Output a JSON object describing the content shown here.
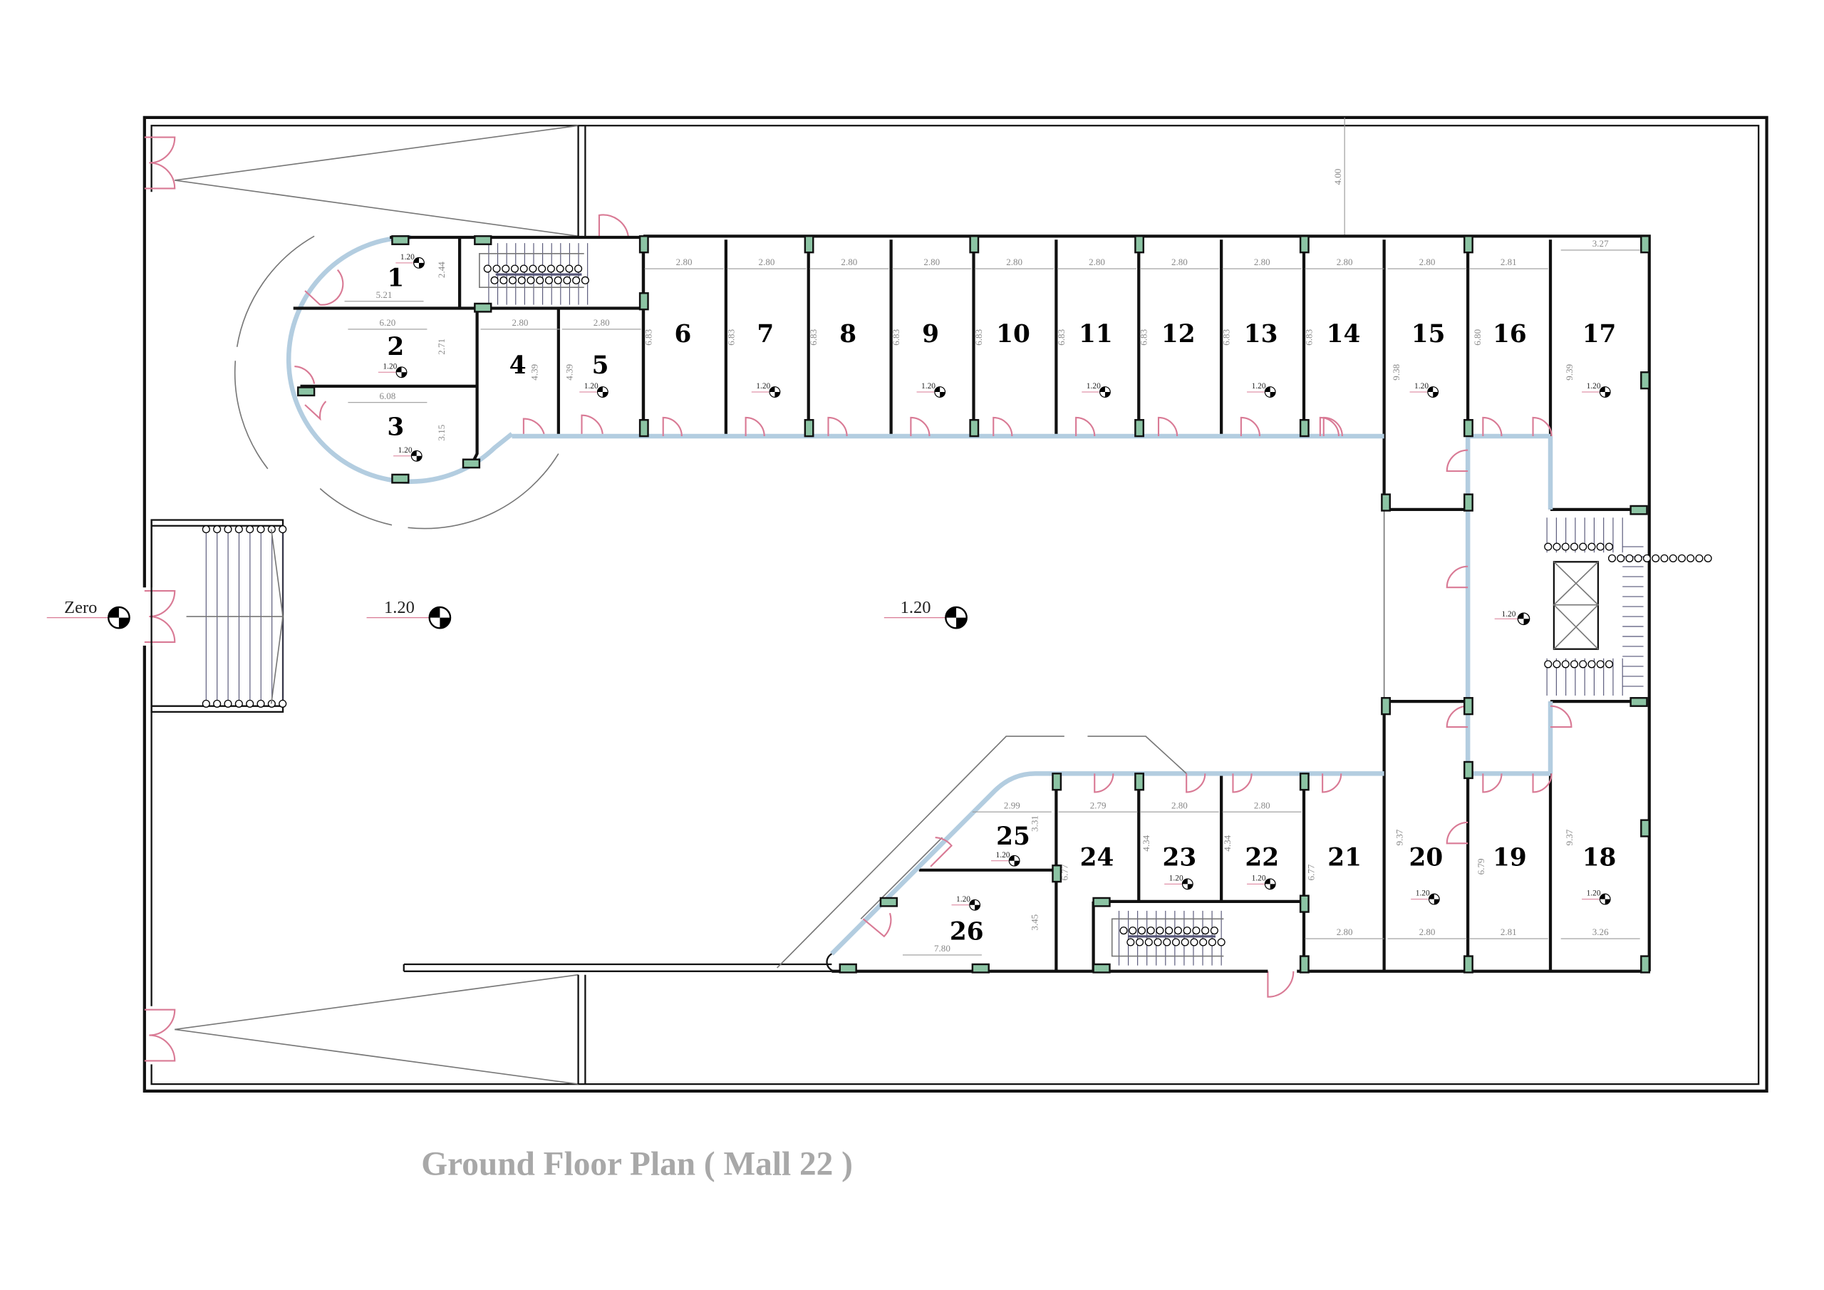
{
  "title": "Ground Floor Plan  ( Mall 22 )",
  "colors": {
    "wall": "#111111",
    "glass": "#b3cde0",
    "door": "#d97a95",
    "column": "#8cc4a4",
    "title": "#a8a8a8"
  },
  "levels": {
    "entrance": "Zero",
    "main_hall": "1.20",
    "hall_east": "1.20",
    "corridor": "1.20"
  },
  "setback_dimension": "4.00",
  "rooms": [
    {
      "label": "1",
      "width": "5.21",
      "depth": "2.44",
      "level": "1.20"
    },
    {
      "label": "2",
      "width": "6.20",
      "depth": "2.71",
      "level": "1.20"
    },
    {
      "label": "3",
      "width": "6.08",
      "depth": "3.15",
      "level": "1.20"
    },
    {
      "label": "4",
      "width": "2.80",
      "depth": "4.39",
      "level": null
    },
    {
      "label": "5",
      "width": "2.80",
      "depth": "4.39",
      "level": "1.20"
    },
    {
      "label": "6",
      "width": "2.80",
      "depth": "6.83",
      "level": null
    },
    {
      "label": "7",
      "width": "2.80",
      "depth": "6.83",
      "level": "1.20"
    },
    {
      "label": "8",
      "width": "2.80",
      "depth": "6.83",
      "level": null
    },
    {
      "label": "9",
      "width": "2.80",
      "depth": "6.83",
      "level": "1.20"
    },
    {
      "label": "10",
      "width": "2.80",
      "depth": "6.83",
      "level": null
    },
    {
      "label": "11",
      "width": "2.80",
      "depth": "6.83",
      "level": "1.20"
    },
    {
      "label": "12",
      "width": "2.80",
      "depth": "6.83",
      "level": null
    },
    {
      "label": "13",
      "width": "2.80",
      "depth": "6.83",
      "level": "1.20"
    },
    {
      "label": "14",
      "width": "2.80",
      "depth": "6.83",
      "level": null
    },
    {
      "label": "15",
      "width": "2.80",
      "depth": "9.38",
      "level": "1.20"
    },
    {
      "label": "16",
      "width": "2.81",
      "depth": "6.80",
      "level": null
    },
    {
      "label": "17",
      "width": "3.27",
      "depth": "9.39",
      "level": "1.20"
    },
    {
      "label": "18",
      "width": "3.26",
      "depth": "9.37",
      "level": "1.20"
    },
    {
      "label": "19",
      "width": "2.81",
      "depth": "6.79",
      "level": null
    },
    {
      "label": "20",
      "width": "2.80",
      "depth": "9.37",
      "level": "1.20"
    },
    {
      "label": "21",
      "width": "2.80",
      "depth": "6.77",
      "level": null
    },
    {
      "label": "22",
      "width": "2.80",
      "depth": "4.34",
      "level": "1.20"
    },
    {
      "label": "23",
      "width": "2.80",
      "depth": "4.34",
      "level": "1.20"
    },
    {
      "label": "24",
      "width": "2.79",
      "depth": "6.77",
      "level": null
    },
    {
      "label": "25",
      "width": "2.99",
      "depth": "3.31",
      "level": "1.20"
    },
    {
      "label": "26",
      "width": "7.80",
      "depth": "3.45",
      "level": "1.20"
    }
  ]
}
